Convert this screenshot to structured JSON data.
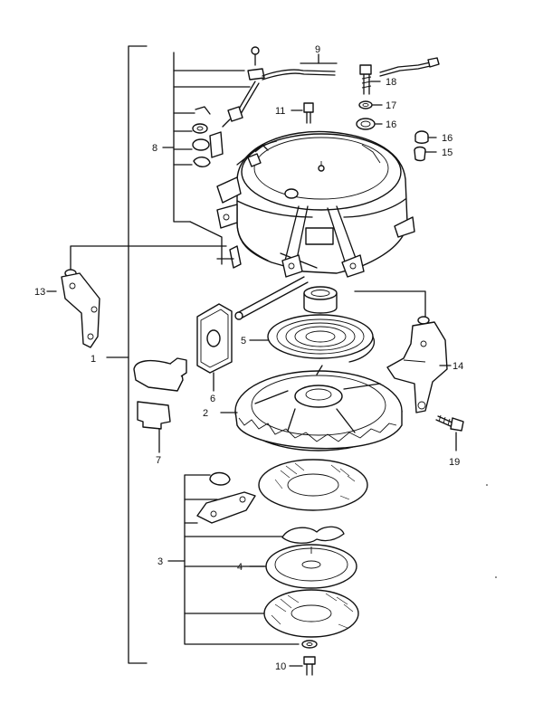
{
  "callouts": {
    "c1": "1",
    "c2": "2",
    "c3": "3",
    "c4": "4",
    "c5": "5",
    "c6": "6",
    "c7": "7",
    "c8": "8",
    "c9": "9",
    "c10": "10",
    "c11": "11",
    "c13": "13",
    "c14": "14",
    "c15": "15",
    "c16a": "16",
    "c16b": "16",
    "c17": "17",
    "c18": "18",
    "c19": "19"
  }
}
